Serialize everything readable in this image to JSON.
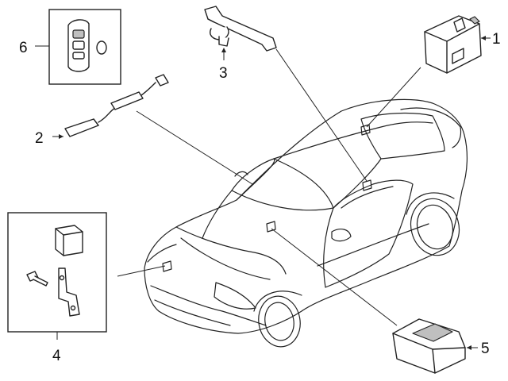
{
  "callouts": [
    {
      "id": "1",
      "label": "1"
    },
    {
      "id": "2",
      "label": "2"
    },
    {
      "id": "3",
      "label": "3"
    },
    {
      "id": "4",
      "label": "4"
    },
    {
      "id": "5",
      "label": "5"
    },
    {
      "id": "6",
      "label": "6"
    }
  ],
  "colors": {
    "line": "#222222",
    "shade": "#bfbfbf",
    "background": "#ffffff"
  }
}
